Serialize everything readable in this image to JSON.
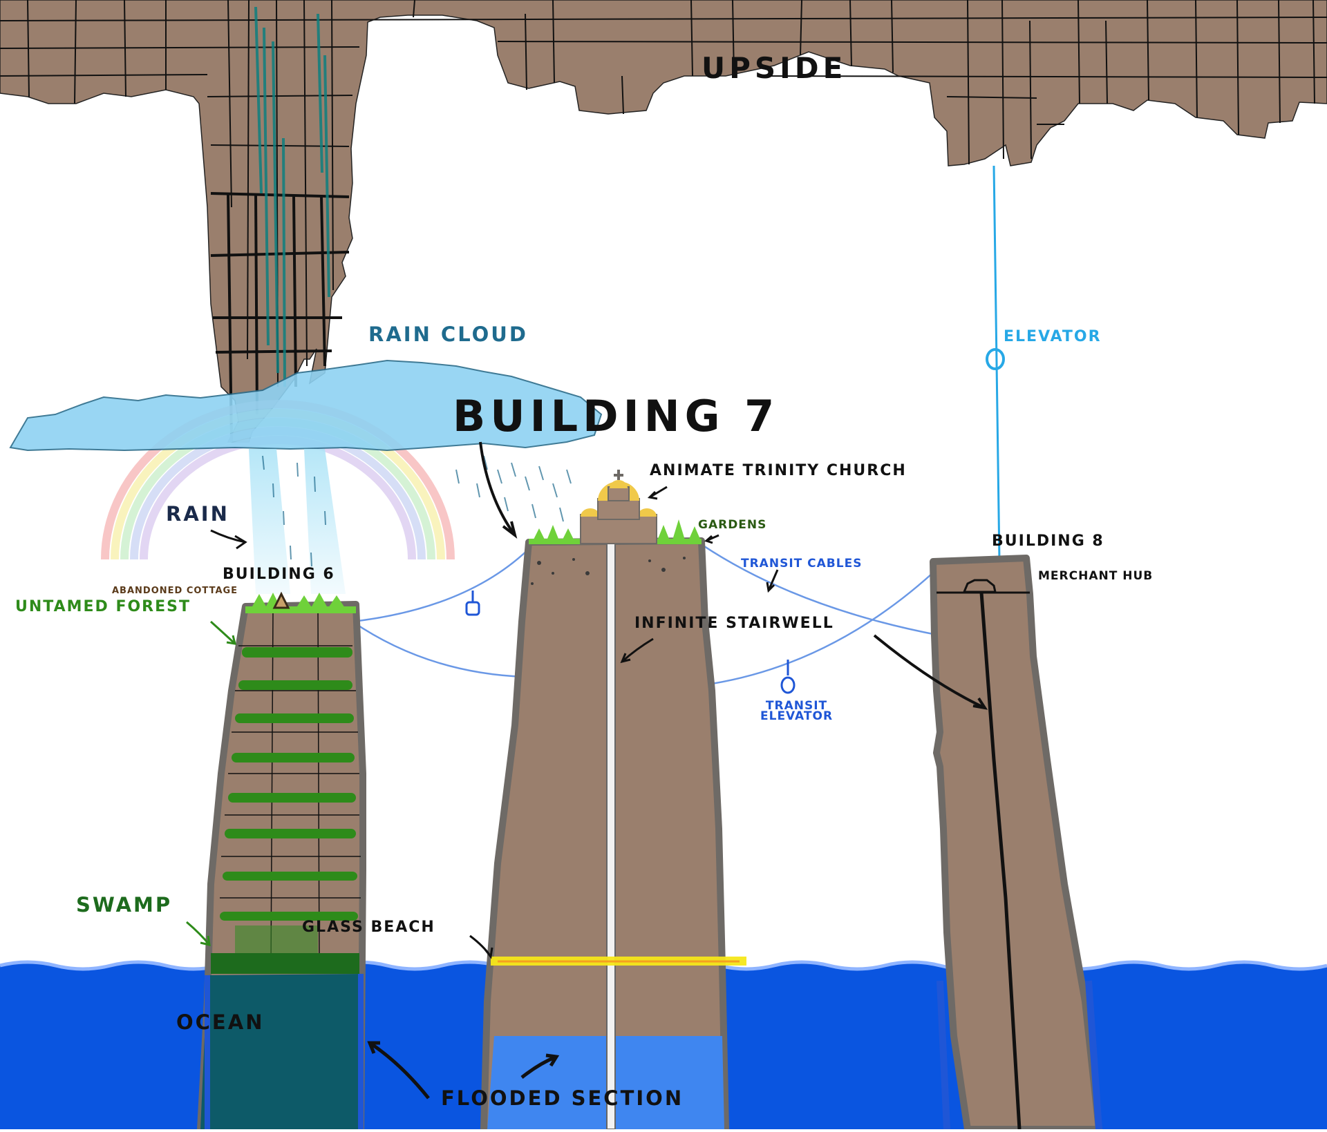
{
  "labels": {
    "upside": "UPSIDE",
    "rain_cloud": "RAIN CLOUD",
    "building_7": "BUILDING 7",
    "animate_trinity_church": "ANIMATE TRINITY CHURCH",
    "elevator": "ELEVATOR",
    "gardens": "GARDENS",
    "rain": "RAIN",
    "building_8": "BUILDING 8",
    "building_6": "BUILDING 6",
    "transit_cables": "TRANSIT CABLES",
    "merchant_hub": "MERCHANT HUB",
    "abandoned_cottage": "ABANDONED COTTAGE",
    "untamed_forest": "UNTAMED FOREST",
    "infinite_stairwell": "INFINITE STAIRWELL",
    "transit_elevator_line1": "TRANSIT",
    "transit_elevator_line2": "ELEVATOR",
    "swamp": "SWAMP",
    "glass_beach": "GLASS BEACH",
    "ocean": "OCEAN",
    "flooded_section": "FLOODED SECTION"
  },
  "colors": {
    "background": "#ffffff",
    "rock": "#9a7f6d",
    "rock_outline": "#6e6a66",
    "ink": "#111111",
    "ocean": "#0a55e0",
    "ocean_flooded_dark": "#0d5a68",
    "ocean_flooded_light": "#3f86f0",
    "wave_line": "#8fb4ff",
    "cloud": "#8ed2f2",
    "cloud_outline": "#2b6c8a",
    "rain_label": "#1f6b8e",
    "elevator_cable": "#27a8e6",
    "transit_blue": "#1f56d6",
    "cable_line": "#6a98e6",
    "forest_green": "#2e8b1a",
    "swamp_green": "#1d6b1d",
    "garden_green": "#6fd13a",
    "glass_beach": "#f5e71a",
    "church_gold": "#f0c94a",
    "waterfall": "#0e7f7f",
    "rainbow_red": "#f6b3b3",
    "rainbow_yellow": "#f7f0a8",
    "rainbow_green": "#c8eec8",
    "rainbow_blue": "#c9d4f4",
    "rainbow_violet": "#d9c9ef"
  }
}
